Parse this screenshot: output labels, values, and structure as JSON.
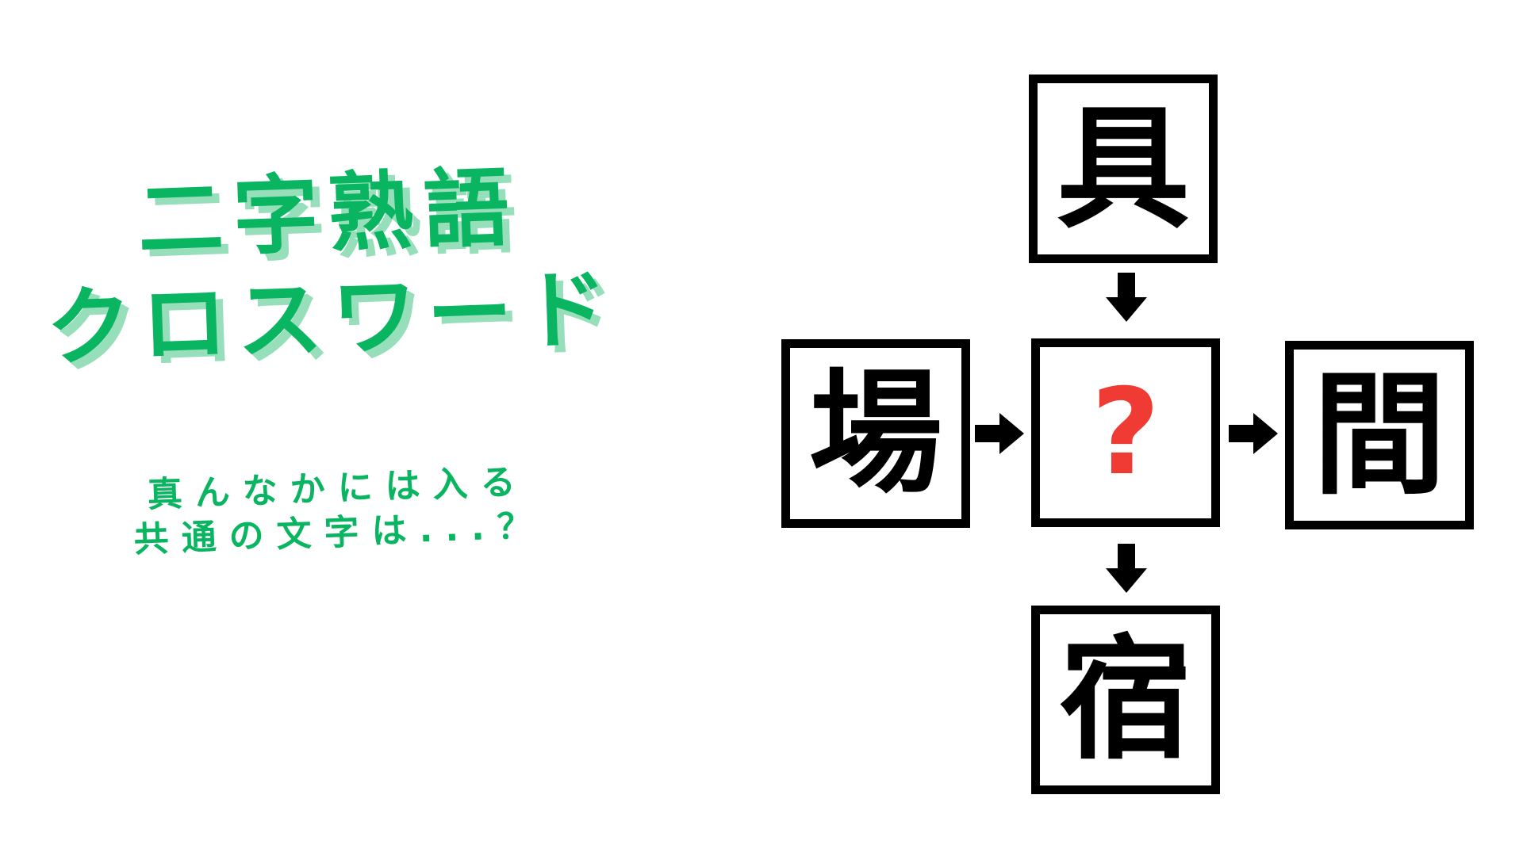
{
  "title": {
    "line1": "二字熟語",
    "line2": "クロスワード",
    "color": "#0ab561",
    "shadow_color": "#97dfbb"
  },
  "subtitle": {
    "line1": "真んなかには入る",
    "line2": "共通の文字は...？",
    "color": "#0ab561"
  },
  "puzzle": {
    "top_char": "具",
    "left_char": "場",
    "right_char": "間",
    "bottom_char": "宿",
    "center_label": "?",
    "center_color": "#f03b34",
    "box_border_color": "#000000",
    "arrow_color": "#000000",
    "arrows": [
      "top-to-center",
      "left-to-center",
      "center-to-right",
      "center-to-bottom"
    ]
  }
}
